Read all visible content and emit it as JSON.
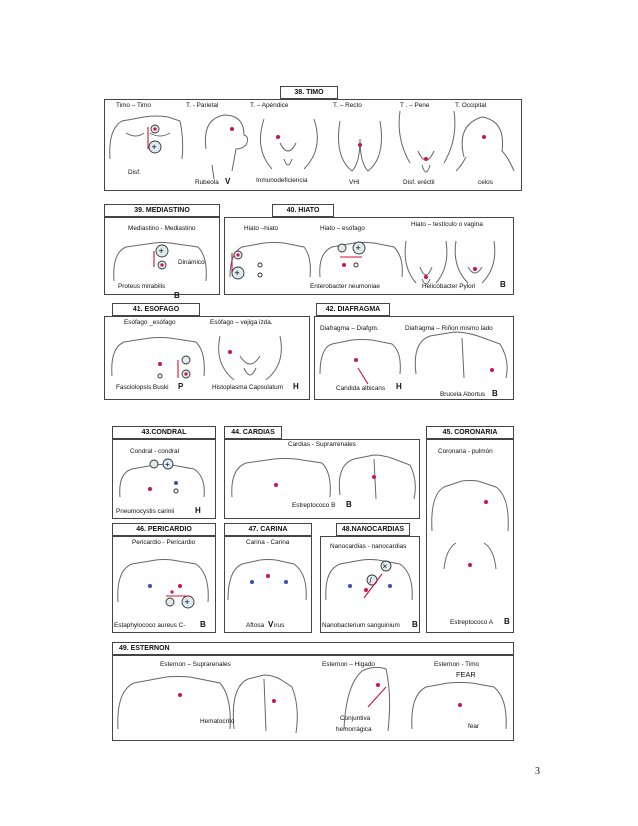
{
  "sections": {
    "timo": {
      "title": "38. TIMO",
      "items": [
        "Timo – Timo",
        "T.  -  Parietal",
        "T. – Apéndice",
        "T. – Recto",
        "T . – Pene",
        "T. Occipital"
      ],
      "results": [
        "Disf.",
        "Rubeola",
        "V",
        "Inmunodeficiencia",
        "VHI",
        "Disf. eréctil",
        "celos"
      ]
    },
    "mediastino": {
      "title": "39. MEDIASTINO",
      "pair": "Mediastino - Mediastino",
      "note": "Dinámico",
      "pathogen": "Proteus mirabilis",
      "code": "B"
    },
    "hiato": {
      "title": "40. HIATO",
      "items": [
        "Hiato –hiato",
        "Hiato – esófago",
        "Hiato – testículo o vagina"
      ],
      "results": [
        "Enterobacter neumoniae",
        "Helicobacter Pylori",
        "B"
      ]
    },
    "esofago": {
      "title": "41. ESOFAGO",
      "items": [
        "Esófago _esófago",
        "Esófago – vejiga izda."
      ],
      "results": [
        "Fasciolopsis Buski",
        "P",
        "Histoplasma Capsulatum",
        "H"
      ]
    },
    "diafragma": {
      "title": "42. DIAFRAGMA",
      "items": [
        "Diafragma – Diafgm.",
        "Diafragma – Riñon mismo lado"
      ],
      "results": [
        "Candida albicans",
        "H",
        "Brucela Abortus",
        "B"
      ]
    },
    "condral": {
      "title": "43.CONDRAL",
      "pair": "Condral - condral",
      "pathogen": "Pneumocystis carinii",
      "code": "H"
    },
    "cardias": {
      "title": "44. CARDIAS",
      "pair": "Cardias - Suprarrenales",
      "pathogen": "Estreptococo B",
      "code": "B"
    },
    "coronaria": {
      "title": "45. CORONARIA",
      "pair": "Coronaria - pulmón",
      "pathogen": "Estreptococo A",
      "code": "B"
    },
    "pericardio": {
      "title": "46. PERICARDIO",
      "pair": "Pericardio - Pericardio",
      "pathogen": "Estaphylococo aureus C-",
      "code": "B"
    },
    "carina": {
      "title": "47. CARINA",
      "pair": "Carina - Carina",
      "pathogen_a": "Aftosa",
      "code": "V",
      "pathogen_b": "irus"
    },
    "nanocardias": {
      "title": "48.NANOCARDIAS",
      "pair": "Nanocardias - nanocardias",
      "pathogen": "Nanobacterium sanguinium",
      "code": "B"
    },
    "esternon": {
      "title": "49. ESTERNON",
      "items": [
        "Esternon – Suprarenales",
        "Esternon – Higado",
        "Esternon - Timo"
      ],
      "fear_caps": "FEAR",
      "results": [
        "Hematocrito",
        "Conjuntiva",
        "hemorrágica",
        "fear"
      ]
    }
  },
  "page_number": "3",
  "colors": {
    "point": "#c8145a",
    "arrow": "#d01030",
    "blue_point": "#3b4ea8",
    "ring": "#ddeaf0"
  }
}
